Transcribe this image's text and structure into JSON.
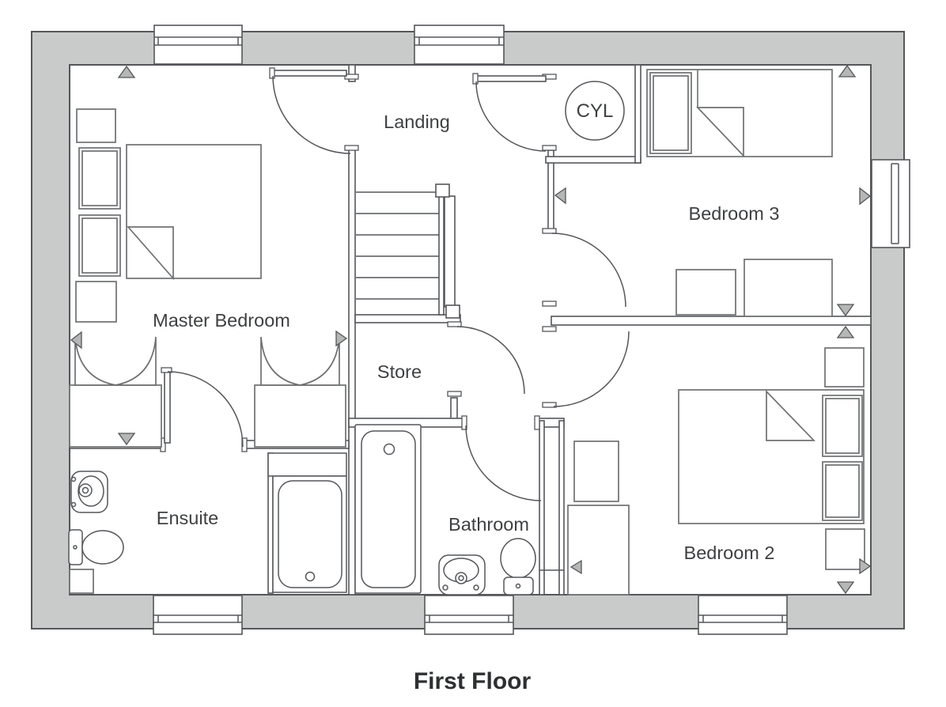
{
  "title": "First Floor",
  "rooms": {
    "landing": "Landing",
    "master_bedroom": "Master Bedroom",
    "bedroom3": "Bedroom 3",
    "bedroom2": "Bedroom 2",
    "store": "Store",
    "ensuite": "Ensuite",
    "bathroom": "Bathroom"
  },
  "equipment": {
    "cylinder": "CYL"
  },
  "colors": {
    "wall_fill": "#c9cbca",
    "line": "#54565a",
    "furniture_line": "#6e7072",
    "marker_fill": "#b5b7b6",
    "text": "#3e4042",
    "title": "#2d2f31",
    "background": "#ffffff"
  }
}
